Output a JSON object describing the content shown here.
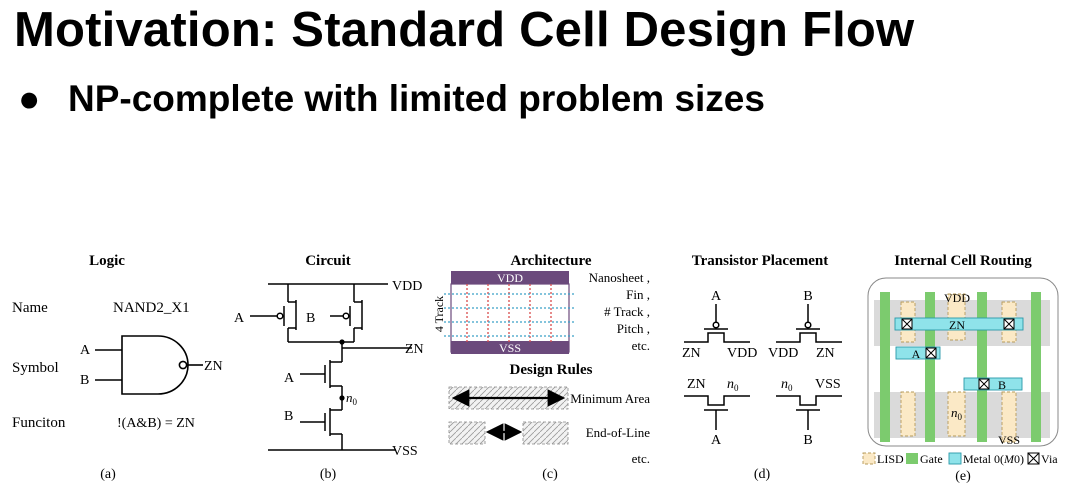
{
  "title": "Motivation: Standard Cell Design Flow",
  "bullet": "NP-complete with limited problem sizes",
  "logic": {
    "heading": "Logic",
    "name_label": "Name",
    "name_value": "NAND2_X1",
    "symbol_label": "Symbol",
    "function_label": "Funciton",
    "function_value": "!(A&B) = ZN",
    "input_a": "A",
    "input_b": "B",
    "output": "ZN",
    "caption": "(a)"
  },
  "circuit": {
    "heading": "Circuit",
    "vdd": "VDD",
    "vss": "VSS",
    "zn": "ZN",
    "a_top": "A",
    "b_top": "B",
    "a_bottom": "A",
    "b_bottom": "B",
    "n0": "n",
    "n0_sub": "0",
    "caption": "(b)"
  },
  "architecture": {
    "heading": "Architecture",
    "vdd": "VDD",
    "vss": "VSS",
    "track_label": "4 Track",
    "params": [
      "Nanosheet ,",
      "Fin ,",
      "# Track ,",
      "Pitch ,",
      "etc."
    ],
    "rules_heading": "Design Rules",
    "rule_min_area": "Minimum Area",
    "rule_eol": "End-of-Line",
    "rule_etc": "etc.",
    "caption": "(c)"
  },
  "placement": {
    "heading": "Transistor Placement",
    "top_left_gate": "A",
    "top_right_gate": "B",
    "top_left_left": "ZN",
    "top_left_right": "VDD",
    "top_right_left": "VDD",
    "top_right_right": "ZN",
    "bottom_left_left": "ZN",
    "bottom_left_right_n": "n",
    "bottom_left_right_sub": "0",
    "bottom_right_left_n": "n",
    "bottom_right_left_sub": "0",
    "bottom_right_right": "VSS",
    "bottom_left_gate": "A",
    "bottom_right_gate": "B",
    "caption": "(d)"
  },
  "routing": {
    "heading": "Internal Cell Routing",
    "vdd": "VDD",
    "vss": "VSS",
    "zn": "ZN",
    "a": "A",
    "b": "B",
    "n0": "n",
    "n0_sub": "0",
    "legend": {
      "lisd": "LISD",
      "gate": "Gate",
      "metal": "Metal 0(",
      "metal_m": "M",
      "metal_0": "0",
      "metal_close": ")",
      "via": "Via"
    },
    "caption": "(e)"
  },
  "colors": {
    "vdd_rail": "#6b4a7c",
    "lisd_fill": "#fbe9c6",
    "gate_green": "#7ccb6e",
    "metal_cyan": "#8fe3ea",
    "gray_band": "#dadada",
    "dotted_red": "#d94b4b",
    "dotted_blue": "#3aa0c8"
  }
}
